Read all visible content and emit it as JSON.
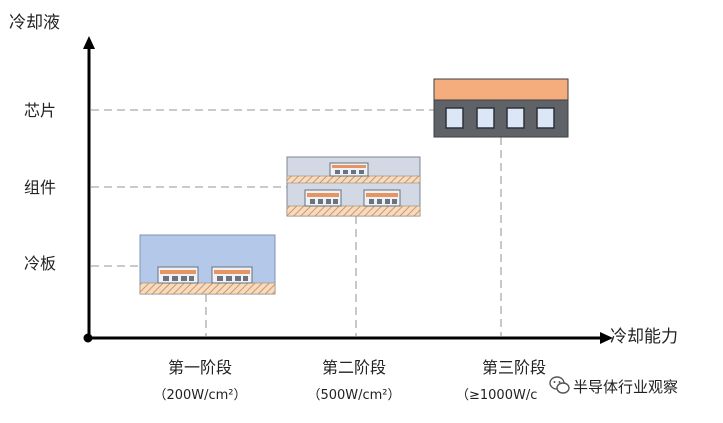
{
  "diagram": {
    "y_axis_title": "冷却液",
    "x_axis_title": "冷却能力",
    "y_levels": [
      {
        "label": "芯片"
      },
      {
        "label": "组件"
      },
      {
        "label": "冷板"
      }
    ],
    "stages": [
      {
        "name": "第一阶段",
        "capacity": "（200W/cm²）"
      },
      {
        "name": "第二阶段",
        "capacity": "（500W/cm²）"
      },
      {
        "name": "第三阶段",
        "capacity": "（≥1000W/c"
      }
    ],
    "watermark": {
      "text": "半导体行业观察",
      "icon": "wechat-icon"
    },
    "colors": {
      "axis": "#000000",
      "guide": "#aaaaaa",
      "cold_plate_fill": "#b4c8ea",
      "module_fill": "#d3d9e4",
      "chip_fill": "#5f6368",
      "chip_top": "#f5ad7d",
      "cell_fill": "#dbe7f6",
      "hatch": "#e3a36f"
    }
  }
}
